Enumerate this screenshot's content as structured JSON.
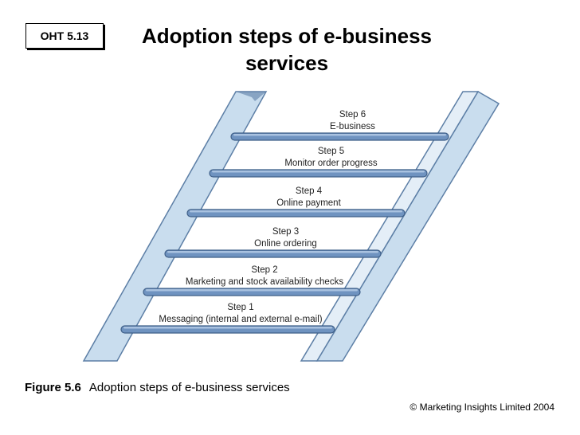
{
  "header": {
    "badge": "OHT 5.13",
    "title": "Adoption steps of e-business services"
  },
  "diagram": {
    "steps": [
      {
        "step": "Step 1",
        "label": "Messaging (internal and external e-mail)"
      },
      {
        "step": "Step 2",
        "label": "Marketing and stock availability checks"
      },
      {
        "step": "Step 3",
        "label": "Online ordering"
      },
      {
        "step": "Step 4",
        "label": "Online payment"
      },
      {
        "step": "Step 5",
        "label": "Monitor order progress"
      },
      {
        "step": "Step 6",
        "label": "E-business"
      }
    ],
    "colors": {
      "rail": "#c9ddee",
      "rail_edge": "#5d7fa6",
      "rung": "#6f93c0",
      "rung_dark": "#3e5f88"
    }
  },
  "caption": {
    "figure": "Figure 5.6",
    "text": "Adoption steps of e-business services"
  },
  "footer": {
    "copyright": "© Marketing Insights Limited 2004"
  }
}
